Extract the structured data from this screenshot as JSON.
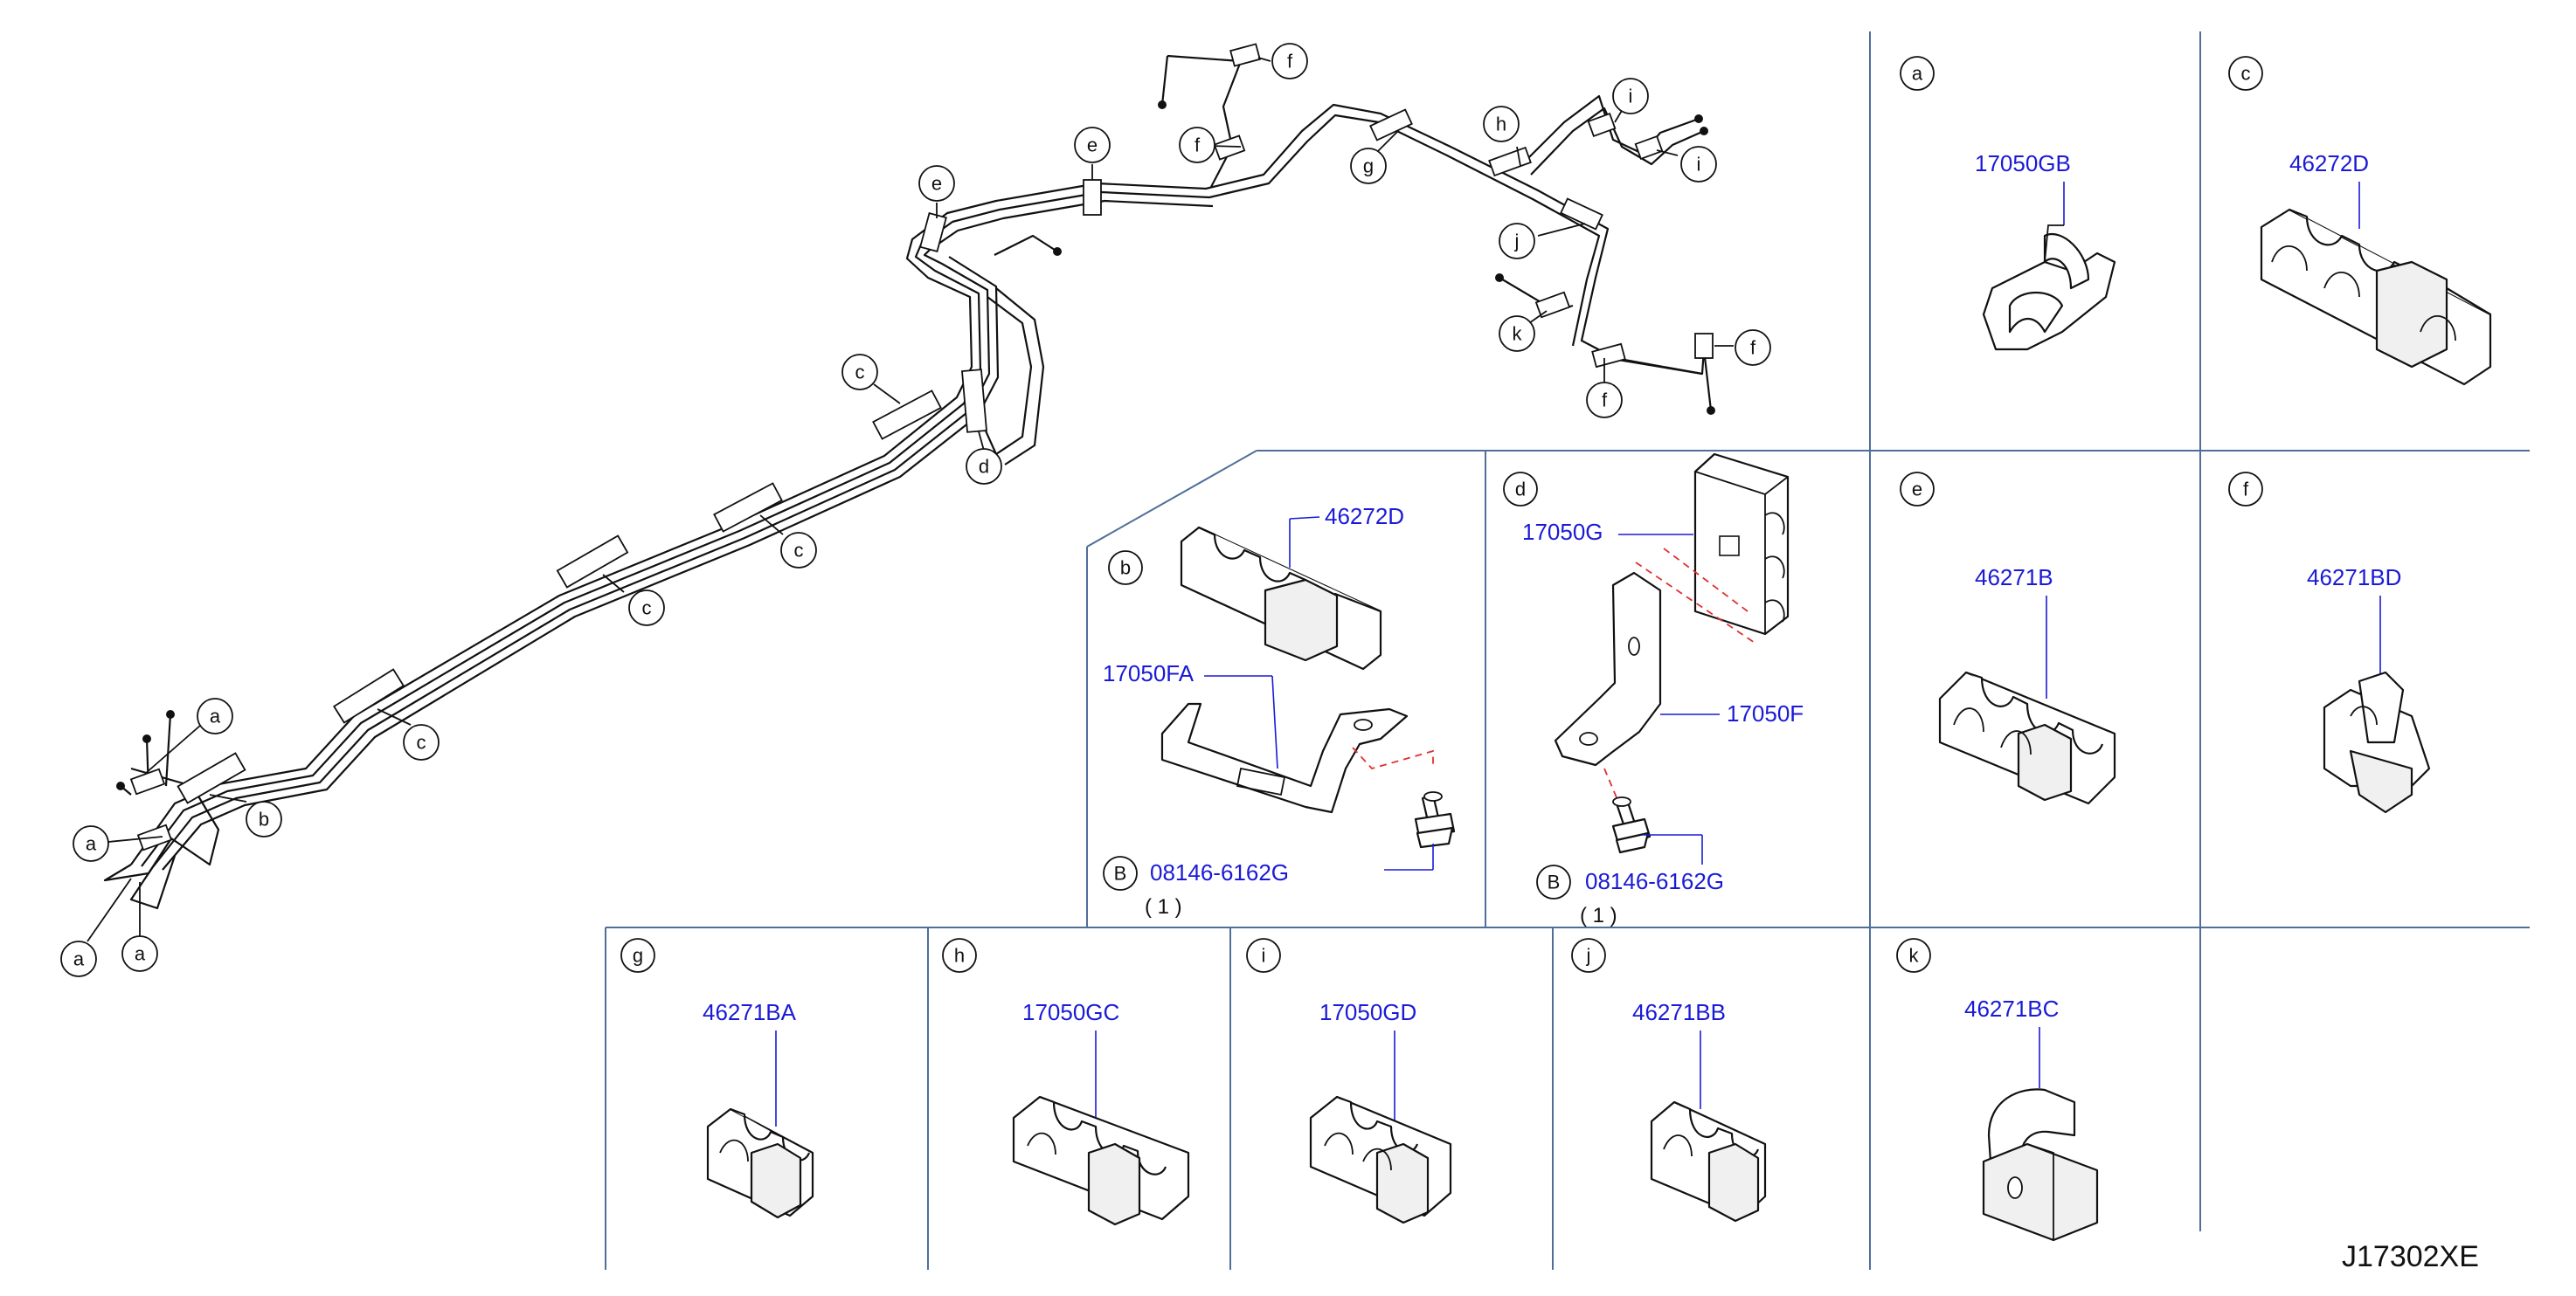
{
  "diagram": {
    "reference_code": "J17302XE",
    "panels": [
      {
        "letter": "a",
        "part_numbers": [
          "17050GB"
        ]
      },
      {
        "letter": "c",
        "part_numbers": [
          "46272D"
        ]
      },
      {
        "letter": "b",
        "part_numbers": [
          "46272D",
          "17050FA",
          "08146-6162G"
        ],
        "quantity": "( 1 )"
      },
      {
        "letter": "d",
        "part_numbers": [
          "17050G",
          "17050F",
          "08146-6162G"
        ],
        "quantity": "( 1 )"
      },
      {
        "letter": "e",
        "part_numbers": [
          "46271B"
        ]
      },
      {
        "letter": "f",
        "part_numbers": [
          "46271BD"
        ]
      },
      {
        "letter": "g",
        "part_numbers": [
          "46271BA"
        ]
      },
      {
        "letter": "h",
        "part_numbers": [
          "17050GC"
        ]
      },
      {
        "letter": "i",
        "part_numbers": [
          "17050GD"
        ]
      },
      {
        "letter": "j",
        "part_numbers": [
          "46271BB"
        ]
      },
      {
        "letter": "k",
        "part_numbers": [
          "46271BC"
        ]
      }
    ],
    "bolt_symbol": "B",
    "callouts": [
      "f",
      "f",
      "e",
      "e",
      "g",
      "h",
      "i",
      "i",
      "j",
      "k",
      "f",
      "f",
      "c",
      "d",
      "c",
      "c",
      "c",
      "a",
      "b",
      "a",
      "a",
      "a"
    ]
  }
}
